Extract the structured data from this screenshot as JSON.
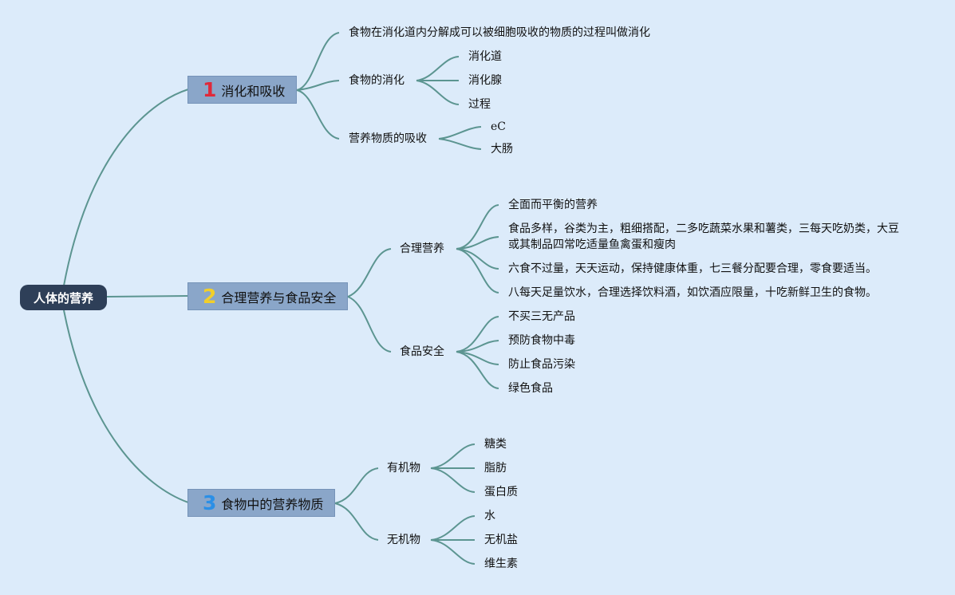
{
  "root": "人体的营养",
  "branches": [
    {
      "num": "1",
      "label": "消化和吸收",
      "children": [
        {
          "label": "食物在消化道内分解成可以被细胞吸收的物质的过程叫做消化"
        },
        {
          "label": "食物的消化",
          "children": [
            "消化道",
            "消化腺",
            "过程"
          ]
        },
        {
          "label": "营养物质的吸收",
          "children": [
            "eC",
            "大肠"
          ]
        }
      ]
    },
    {
      "num": "2",
      "label": "合理营养与食品安全",
      "children": [
        {
          "label": "合理营养",
          "children": [
            "全面而平衡的营养",
            "食品多样，谷类为主，粗细搭配，二多吃蔬菜水果和薯类，三每天吃奶类，大豆或其制品四常吃适量鱼禽蛋和瘦肉",
            "六食不过量，天天运动，保持健康体重，七三餐分配要合理，零食要适当。",
            "八每天足量饮水，合理选择饮料酒，如饮酒应限量，十吃新鲜卫生的食物。"
          ]
        },
        {
          "label": "食品安全",
          "children": [
            "不买三无产品",
            "预防食物中毒",
            "防止食品污染",
            "绿色食品"
          ]
        }
      ]
    },
    {
      "num": "3",
      "label": "食物中的营养物质",
      "children": [
        {
          "label": "有机物",
          "children": [
            "糖类",
            "脂肪",
            "蛋白质"
          ]
        },
        {
          "label": "无机物",
          "children": [
            "水",
            "无机盐",
            "维生素"
          ]
        }
      ]
    }
  ]
}
